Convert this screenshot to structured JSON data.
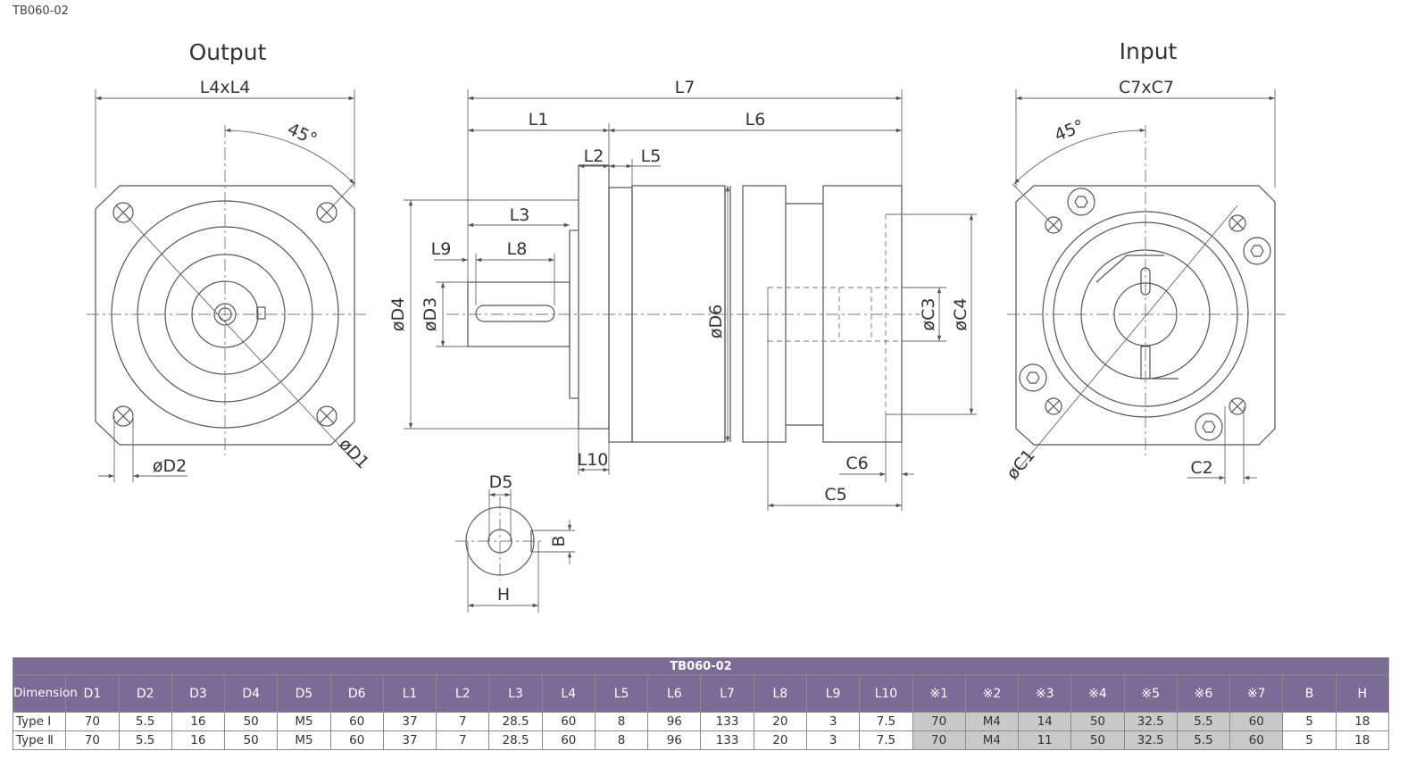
{
  "page_title": "TB060-02",
  "drawing": {
    "output_heading": "Output",
    "input_heading": "Input",
    "labels": {
      "l4xl4": "L4xL4",
      "c7xc7": "C7xC7",
      "angle_out": "45°",
      "angle_in": "45°",
      "d1": "øD1",
      "d2": "øD2",
      "d3": "øD3",
      "d4": "øD4",
      "d6": "øD6",
      "c1": "øC1",
      "c2": "C2",
      "c3": "øC3",
      "c4": "øC4",
      "c5": "C5",
      "c6": "C6",
      "l1": "L1",
      "l2": "L2",
      "l3": "L3",
      "l5": "L5",
      "l6": "L6",
      "l7": "L7",
      "l8": "L8",
      "l9": "L9",
      "l10": "L10",
      "d5": "D5",
      "b": "B",
      "h": "H"
    }
  },
  "table": {
    "title": "TB060-02",
    "headers": [
      "Dimension",
      "D1",
      "D2",
      "D3",
      "D4",
      "D5",
      "D6",
      "L1",
      "L2",
      "L3",
      "L4",
      "L5",
      "L6",
      "L7",
      "L8",
      "L9",
      "L10",
      "※1",
      "※2",
      "※3",
      "※4",
      "※5",
      "※6",
      "※7",
      "B",
      "H"
    ],
    "rows": [
      [
        "Type Ⅰ",
        "70",
        "5.5",
        "16",
        "50",
        "M5",
        "60",
        "37",
        "7",
        "28.5",
        "60",
        "8",
        "96",
        "133",
        "20",
        "3",
        "7.5",
        "70",
        "M4",
        "14",
        "50",
        "32.5",
        "5.5",
        "60",
        "5",
        "18"
      ],
      [
        "Type Ⅱ",
        "70",
        "5.5",
        "16",
        "50",
        "M5",
        "60",
        "37",
        "7",
        "28.5",
        "60",
        "8",
        "96",
        "133",
        "20",
        "3",
        "7.5",
        "70",
        "M4",
        "11",
        "50",
        "32.5",
        "5.5",
        "60",
        "5",
        "18"
      ]
    ],
    "shaded_columns": [
      17,
      18,
      19,
      20,
      21,
      22,
      23
    ]
  }
}
